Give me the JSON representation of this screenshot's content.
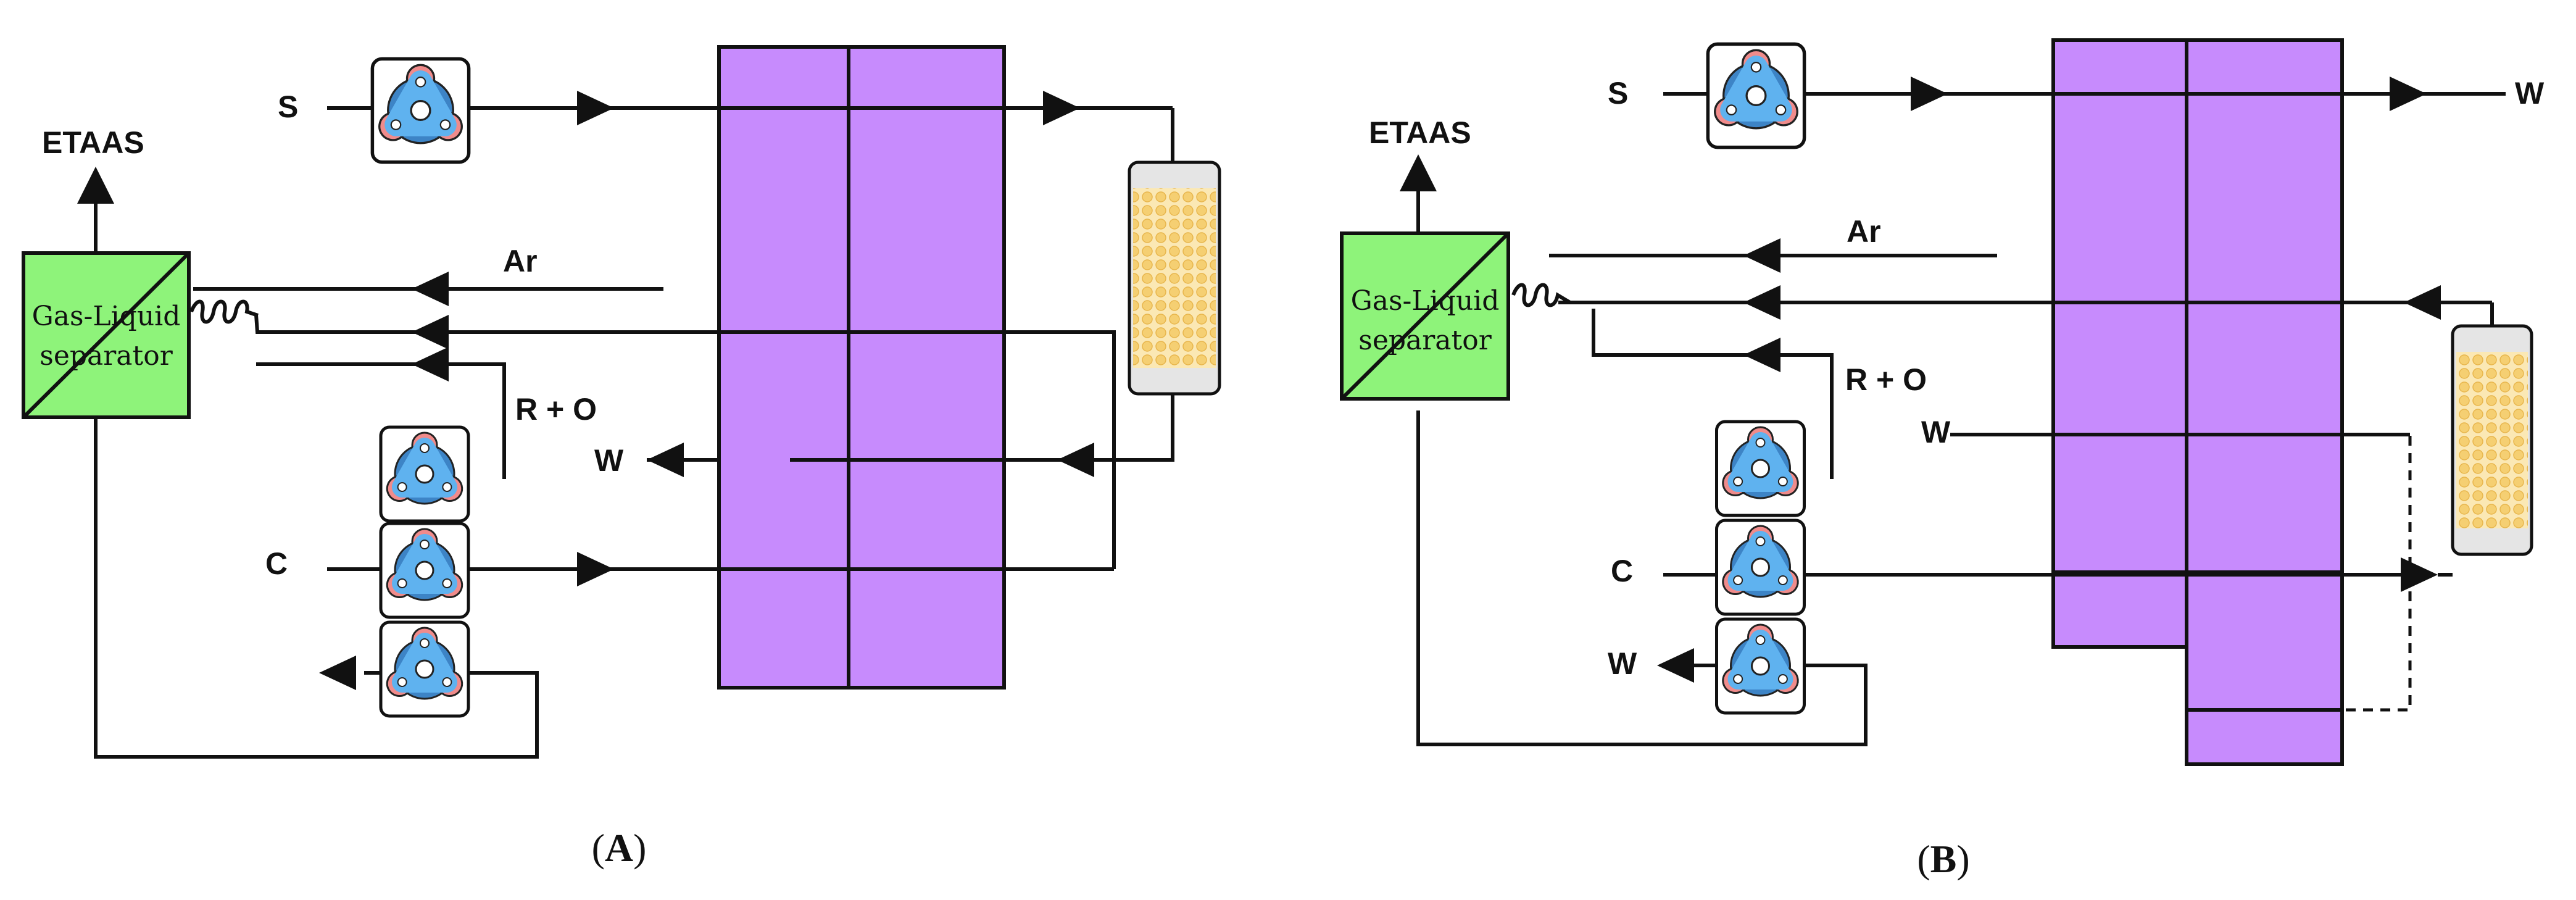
{
  "panel_a": {
    "caption_open": "(",
    "caption_letter": "A",
    "caption_close": ")",
    "labels": {
      "sample": "S",
      "detector": "ETAAS",
      "argon": "Ar",
      "reagents": "R + O",
      "waste": "W",
      "carrier": "C"
    },
    "separator": {
      "line1": "Gas-Liquid",
      "line2": "separator"
    }
  },
  "panel_b": {
    "caption_open": "(",
    "caption_letter": "B",
    "caption_close": ")",
    "labels": {
      "sample": "S",
      "waste_top": "W",
      "detector": "ETAAS",
      "argon": "Ar",
      "reagents": "R + O",
      "waste_mid": "W",
      "carrier": "C",
      "waste_bottom": "W"
    },
    "separator": {
      "line1": "Gas-Liquid",
      "line2": "separator"
    }
  },
  "colors": {
    "valve": "#c78bfd",
    "separator": "#8ef37a",
    "pump_rotor": "#5fb2ef",
    "pump_rollers": "#f08b8b",
    "column_packing": "#f5cf72"
  },
  "icons": {
    "pump": "peristaltic-pump-icon",
    "column": "packed-column-icon",
    "coil": "coil-icon"
  }
}
